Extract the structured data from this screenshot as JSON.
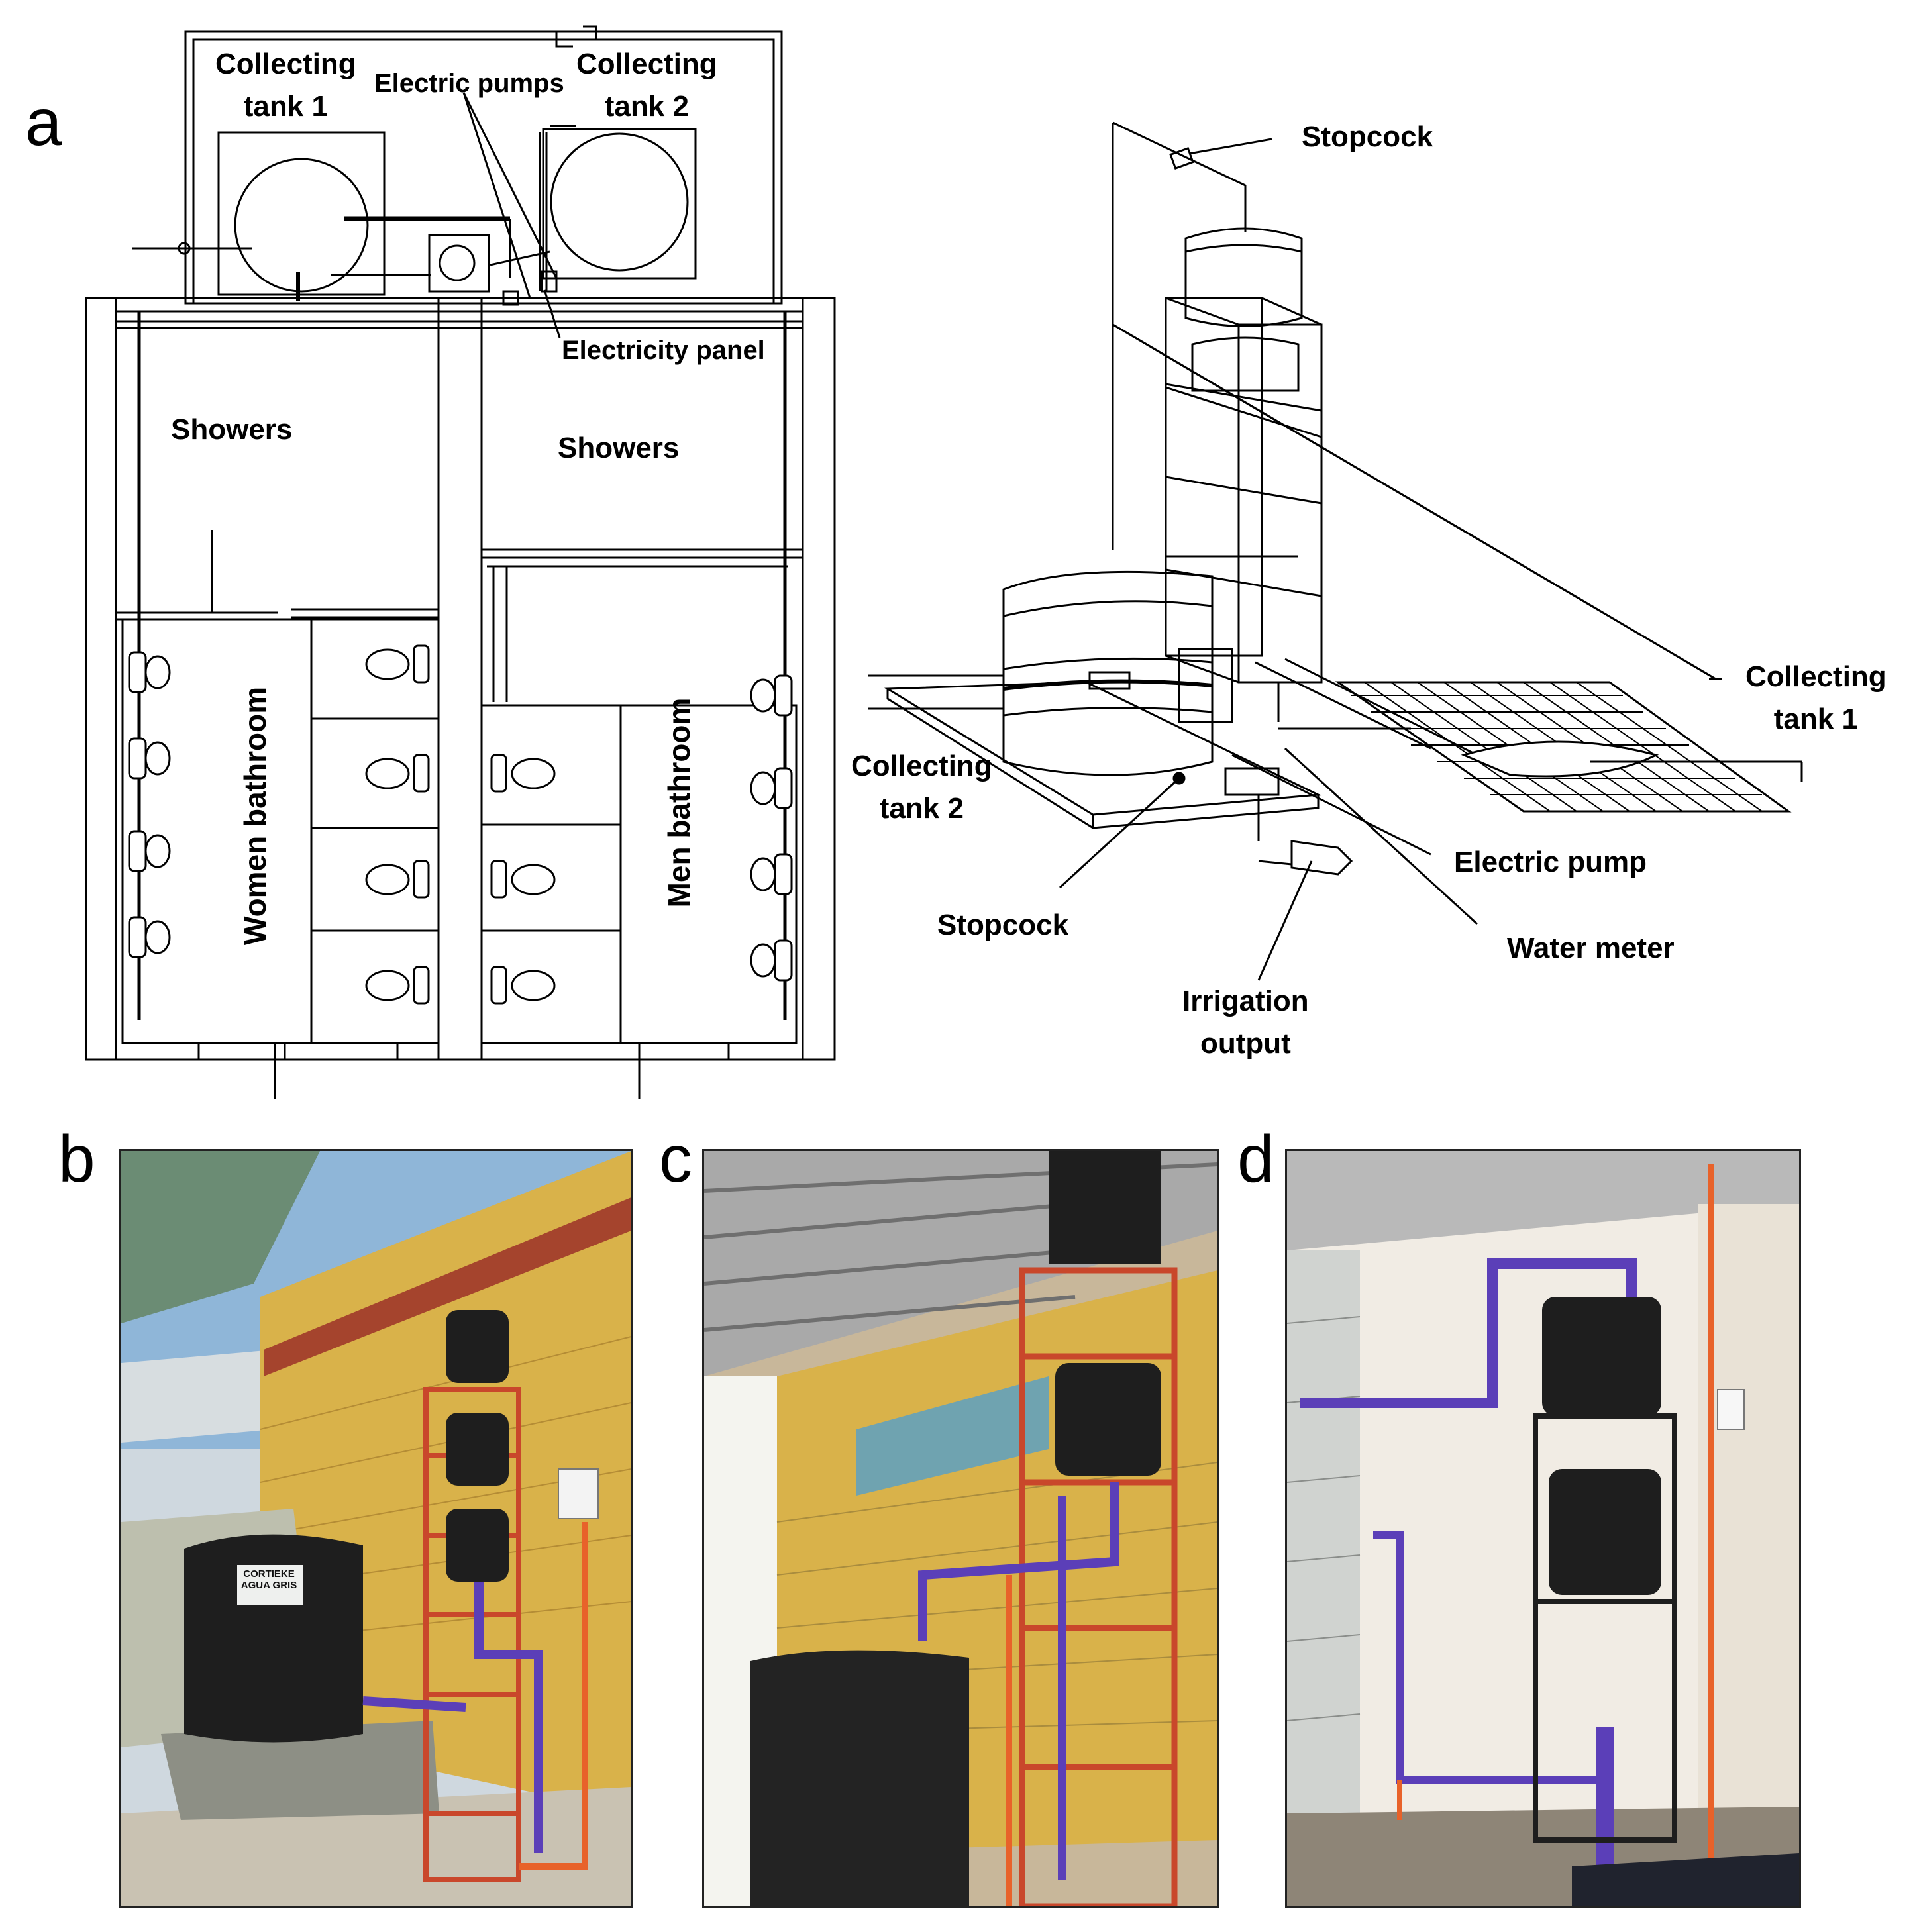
{
  "panels": {
    "a": "a",
    "b": "b",
    "c": "c",
    "d": "d"
  },
  "floorplan": {
    "tank1_label": "Collecting\ntank 1",
    "tank2_label": "Collecting\ntank 2",
    "pumps_label": "Electric pumps",
    "panel_label": "Electricity panel",
    "showers_left": "Showers",
    "showers_right": "Showers",
    "women_bathroom": "Women bathroom",
    "men_bathroom": "Men bathroom"
  },
  "isometric": {
    "stopcock_top": "Stopcock",
    "tank1_label": "Collecting\ntank 1",
    "tank2_label": "Collecting\ntank 2",
    "electric_pump": "Electric pump",
    "stopcock_bottom": "Stopcock",
    "water_meter": "Water meter",
    "irrigation_output": "Irrigation\noutput"
  },
  "photo_b": {
    "sticker": "CORTIEKE\nAGUA GRIS"
  },
  "colors": {
    "frame_red": "#c9472b",
    "pipe_purple": "#5b3fb8",
    "pipe_orange": "#e8622a",
    "tank_black": "#1e1e1e",
    "brick_yellow": "#d9b24a",
    "wall_cream": "#f1ece4"
  }
}
